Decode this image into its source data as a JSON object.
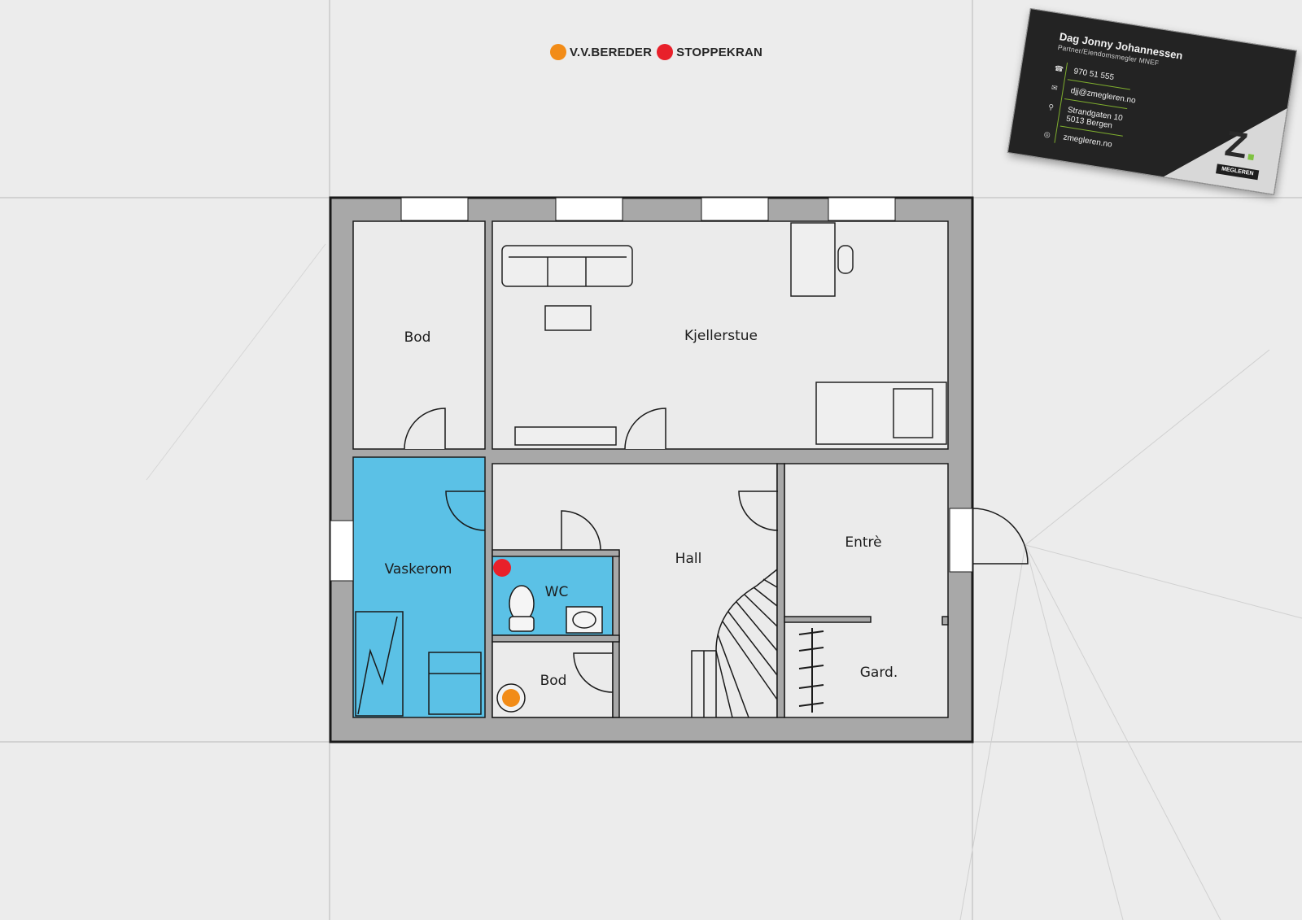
{
  "legend": {
    "water_heater": {
      "label": "V.V.BEREDER",
      "color": "#f28c18"
    },
    "stopcock": {
      "label": "STOPPEKRAN",
      "color": "#e8202a"
    }
  },
  "rooms": {
    "bod_top": "Bod",
    "kjellerstue": "Kjellerstue",
    "vaskerom": "Vaskerom",
    "wc": "WC",
    "hall": "Hall",
    "entre": "Entrè",
    "bod_bottom": "Bod",
    "gard": "Gard."
  },
  "colors": {
    "wet_room": "#5bc1e6",
    "wall": "#1a1a1a",
    "floor": "#ebebeb"
  },
  "card": {
    "name": "Dag Jonny Johannessen",
    "title": "Partner/Eiendomsmegler MNEF",
    "phone": "970 51 555",
    "email": "djj@zmegleren.no",
    "address_line1": "Strandgaten 10",
    "address_line2": "5013 Bergen",
    "web": "zmegleren.no",
    "logo_text": "MEGLEREN",
    "icons": [
      "phone-icon",
      "mail-icon",
      "location-pin-icon",
      "globe-icon"
    ]
  }
}
